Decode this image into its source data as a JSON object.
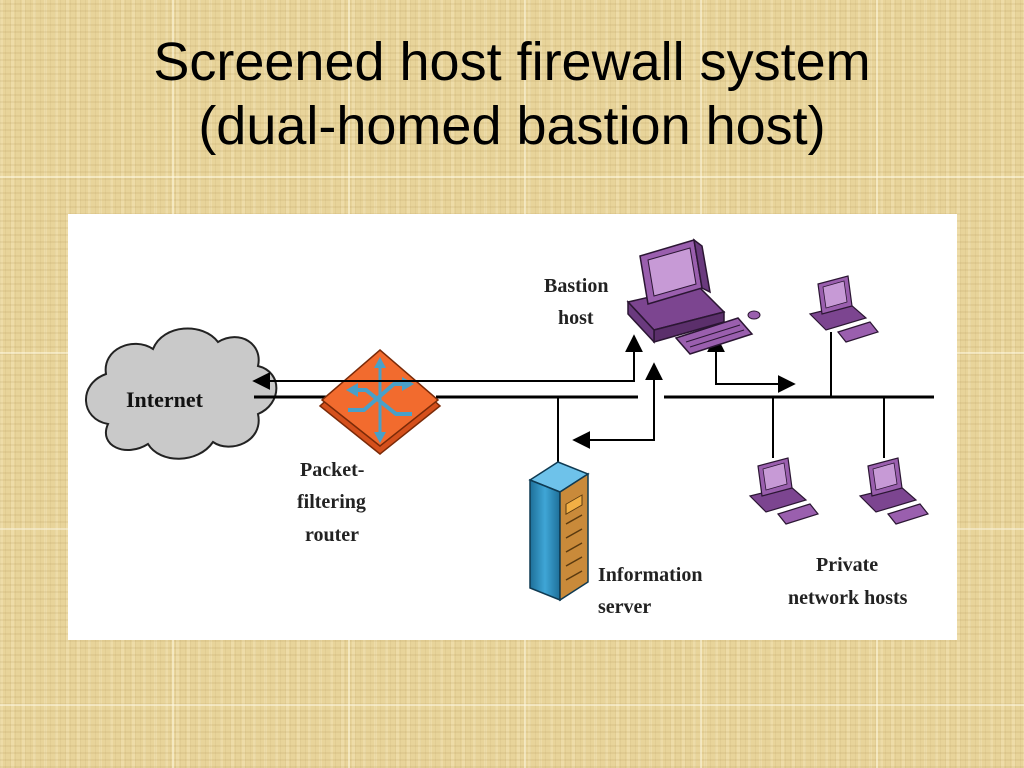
{
  "slide": {
    "title_line1": "Screened host firewall system",
    "title_line2": "(dual-homed bastion host)"
  },
  "diagram": {
    "internet_label": "Internet",
    "router_label": [
      "Packet-",
      "filtering",
      "router"
    ],
    "bastion_label": [
      "Bastion",
      "host"
    ],
    "info_server_label": [
      "Information",
      "server"
    ],
    "private_hosts_label": [
      "Private",
      "network hosts"
    ]
  },
  "colors": {
    "background": "#e8d49a",
    "router": "#f26b2e",
    "router_arrows": "#49a0c8",
    "computer": "#9a5fae",
    "server": "#2f8fbf",
    "cloud": "#c9c9c9"
  }
}
